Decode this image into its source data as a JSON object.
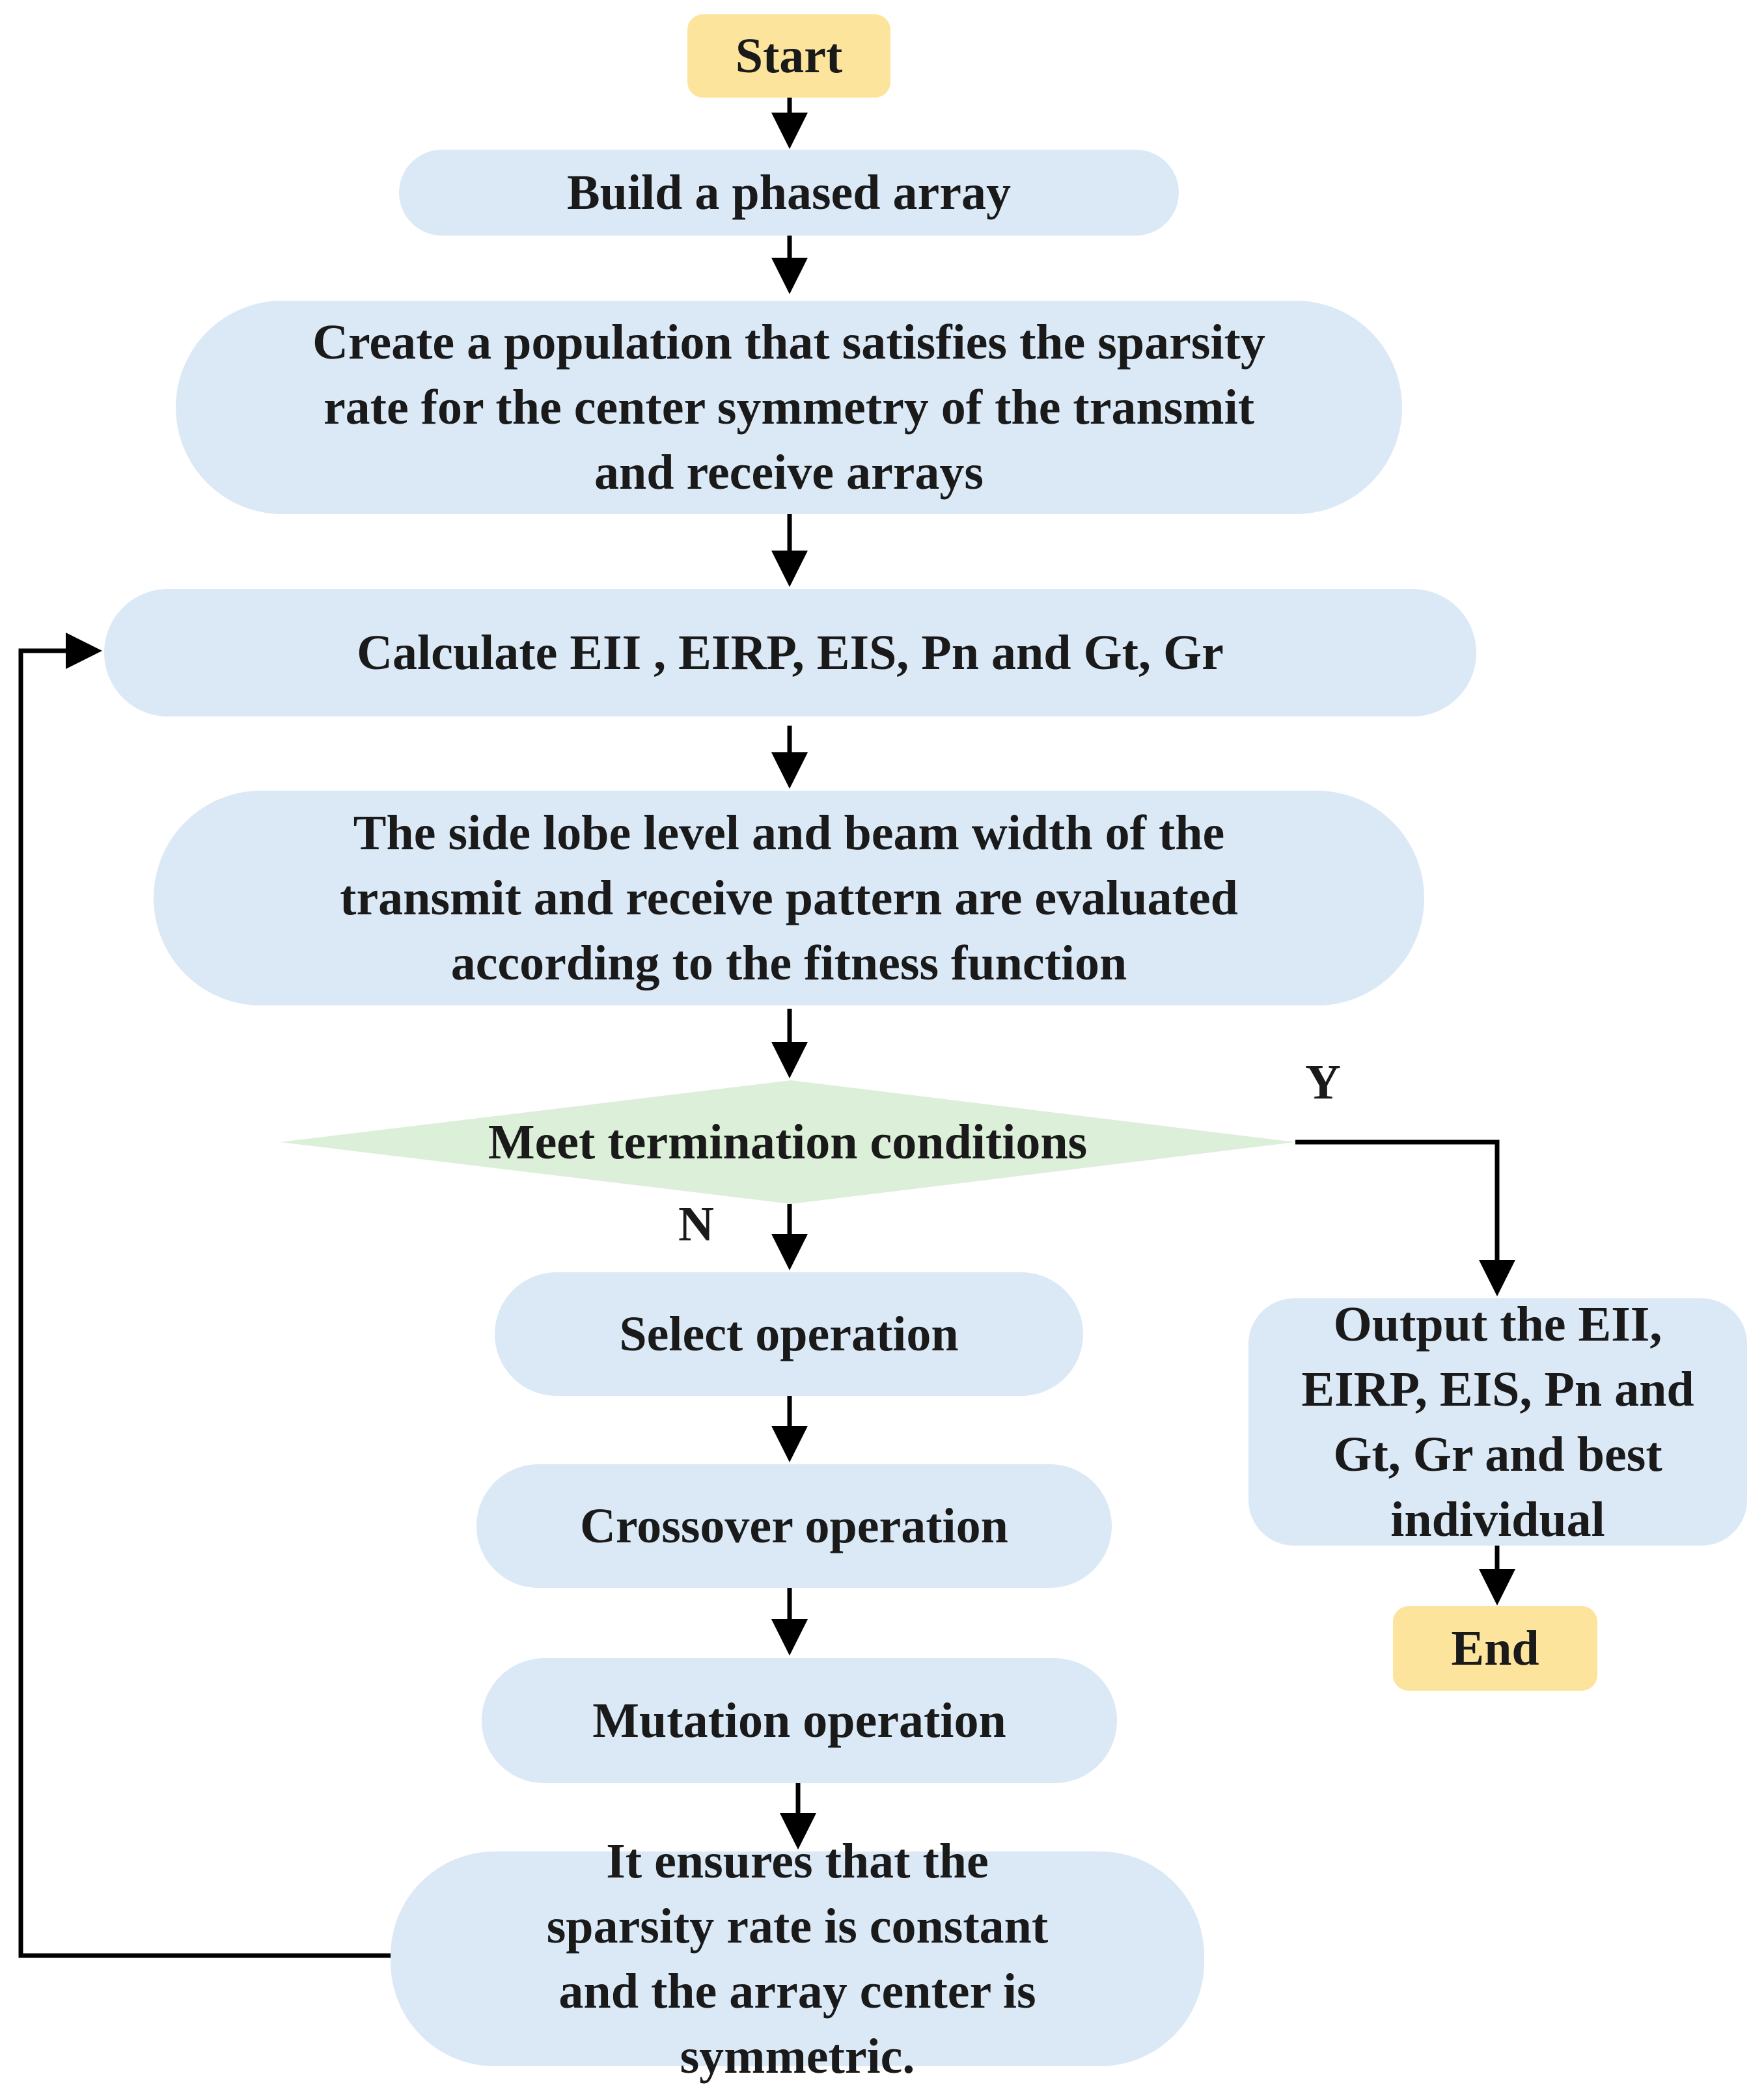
{
  "flowchart": {
    "start": "Start",
    "build_array": "Build a phased array",
    "create_population": "Create a population that satisfies the sparsity rate for the center symmetry of the transmit and receive arrays",
    "calculate": "Calculate EII , EIRP, EIS, Pn and Gt, Gr",
    "evaluate": "The side lobe level and beam width of the transmit and receive pattern are evaluated according to the fitness function",
    "decision": "Meet termination conditions",
    "yes_label": "Y",
    "no_label": "N",
    "select": "Select operation",
    "crossover": "Crossover operation",
    "mutation": "Mutation operation",
    "ensure": "It ensures that the sparsity rate is constant and the array center is symmetric.",
    "output": "Output the  EII, EIRP, EIS, Pn and Gt, Gr and best individual",
    "end": "End"
  },
  "colors": {
    "terminal_fill": "#fde49c",
    "process_fill": "#dbe9f6",
    "decision_fill": "#dcefd9",
    "line": "#000000"
  }
}
